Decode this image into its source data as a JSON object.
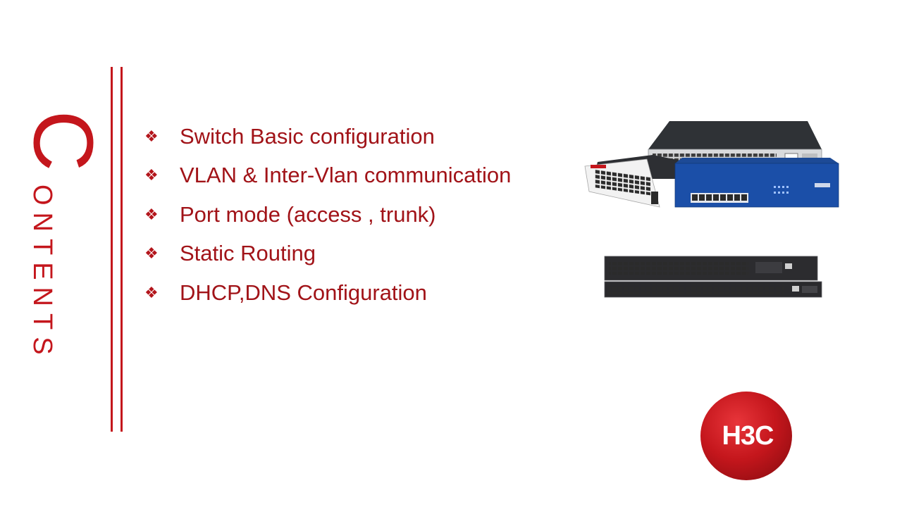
{
  "title": {
    "first_letter": "C",
    "rest": "ONTENTS"
  },
  "bullets": [
    {
      "text": "Switch Basic configuration"
    },
    {
      "text": "VLAN & Inter-Vlan communication"
    },
    {
      "text": "Port mode (access , trunk)"
    },
    {
      "text": "Static Routing"
    },
    {
      "text": "DHCP,DNS Configuration"
    }
  ],
  "bullet_symbol": "❖",
  "logo": {
    "text": "H3C"
  },
  "colors": {
    "accent": "#c4161c",
    "text": "#a11318",
    "background": "#ffffff"
  },
  "icons": [
    "bullet-diamond-icon"
  ]
}
